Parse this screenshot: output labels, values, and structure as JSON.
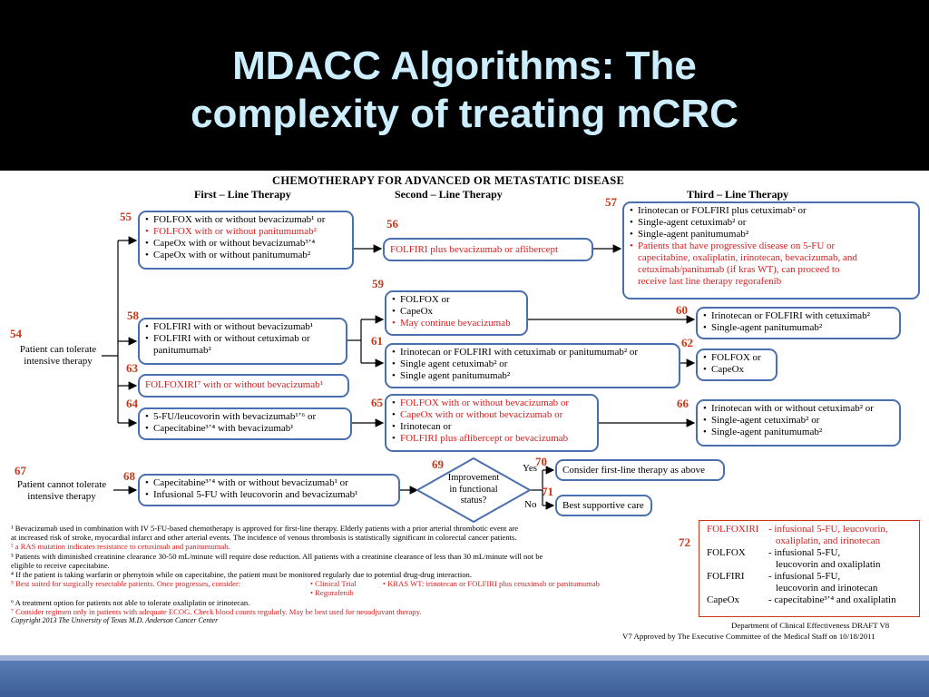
{
  "slide": {
    "title_line1": "MDACC Algorithms: The",
    "title_line2": "complexity of treating mCRC"
  },
  "chart": {
    "heading": "CHEMOTHERAPY FOR ADVANCED OR METASTATIC DISEASE",
    "col_first": "First – Line Therapy",
    "col_second": "Second – Line Therapy",
    "col_third": "Third – Line Therapy"
  },
  "numbers": {
    "n54": "54",
    "n55": "55",
    "n56": "56",
    "n57": "57",
    "n58": "58",
    "n59": "59",
    "n60": "60",
    "n61": "61",
    "n62": "62",
    "n63": "63",
    "n64": "64",
    "n65": "65",
    "n66": "66",
    "n67": "67",
    "n68": "68",
    "n69": "69",
    "n70": "70",
    "n71": "71",
    "n72": "72"
  },
  "nodes": {
    "patient_tolerate_1": "Patient can tolerate",
    "patient_tolerate_2": "intensive therapy",
    "patient_cannot_1": "Patient cannot tolerate",
    "patient_cannot_2": "intensive therapy",
    "box55": [
      "FOLFOX with or without bevacizumab¹ or",
      "FOLFOX with or without panitumumab²",
      "CapeOx with or without bevacizumab³ʼ⁴",
      "CapeOx with or without panitumumab²"
    ],
    "box56": "FOLFIRI plus bevacizumab or aflibercept",
    "box57": [
      "Irinotecan or FOLFIRI plus cetuximab² or",
      "Single-agent cetuximab² or",
      "Single-agent panitumumab²",
      "Patients that have progressive disease on 5-FU or",
      "capecitabine, oxaliplatin, irinotecan, bevacizumab, and",
      "cetuximab/panitumab (if kras WT), can proceed to",
      "receive last line therapy regorafenib"
    ],
    "box58": [
      "FOLFIRI with or without bevacizumab¹",
      "FOLFIRI with or without cetuximab or",
      "panitumumab²"
    ],
    "box59": [
      "FOLFOX or",
      "CapeOx",
      "May continue bevacizumab"
    ],
    "box60": [
      "Irinotecan or FOLFIRI with cetuximab²",
      "Single-agent panitumumab²"
    ],
    "box61": [
      "Irinotecan or FOLFIRI with cetuximab or panitumumab² or",
      "Single agent cetuximab² or",
      "Single agent panitumumab²"
    ],
    "box62": [
      "FOLFOX or",
      "CapeOx"
    ],
    "box63": "FOLFOXIRI⁷ with or without bevacizumab¹",
    "box64": [
      "5-FU/leucovorin with bevacizumab¹ʼ⁶ or",
      "Capecitabine³ʼ⁴ with bevacizumab¹"
    ],
    "box65": [
      "FOLFOX with or without bevacizumab or",
      "CapeOx with or without bevacizumab or",
      "Irinotecan or",
      "FOLFIRI plus aflibercept or bevacizumab"
    ],
    "box66": [
      "Irinotecan with or without cetuximab² or",
      "Single-agent cetuximab² or",
      "Single-agent panitumumab²"
    ],
    "box68": [
      "Capecitabine³ʼ⁴ with or without bevacizumab¹ or",
      "Infusional 5-FU with leucovorin and bevacizumab¹"
    ],
    "decision69_1": "Improvement",
    "decision69_2": "in functional",
    "decision69_3": "status?",
    "yes": "Yes",
    "no": "No",
    "box70": "Consider first-line therapy as above",
    "box71": "Best supportive care"
  },
  "footnotes": [
    "¹ Bevacizumab used in combination with IV 5-FU-based chemotherapy is approved for first-line therapy. Elderly patients with a prior arterial thrombotic event are",
    "   at increased risk of stroke, myocardial infarct and other arterial events. The incidence of venous thrombosis is statistically significant in colorectal cancer patients.",
    "² a RAS mutation indicates resistance to cetuximab and panitumumab.",
    "³ Patients with diminished creatinine clearance 30-50 mL/minute will require dose reduction. All patients with a creatinine clearance of less than 30 mL/minute will not be",
    "   eligible to receive capecitabine.",
    "⁴ If the patient is taking warfarin or phenytoin while on capecitabine, the patient must be monitored regularly due to potential drug-drug interaction.",
    "⁵ Best suited for surgically resectable patients. Once progresses, consider:",
    "⁶ A treatment option for patients not able to tolerate oxaliplatin or irinotecan.",
    "⁷ Consider regimen only in patients with adequate ECOG. Check blood counts regularly. May be best used for neoadjuvant therapy."
  ],
  "footnote5_options": {
    "clinical_trial": "Clinical Trial",
    "regorafenib": "Regorafenib",
    "kras": "KRAS WT:  irinotecan or FOLFIRI plus cetuximab or panitumumab"
  },
  "copyright": "Copyright 2013 The University of Texas M.D. Anderson Cancer Center",
  "legend": {
    "folfoxiri_term": "FOLFOXIRI",
    "folfoxiri_def1": "- infusional 5-FU, leucovorin,",
    "folfoxiri_def2": "oxaliplatin, and irinotecan",
    "folfox_term": "FOLFOX",
    "folfox_def1": "- infusional 5-FU,",
    "folfox_def2": "leucovorin and oxaliplatin",
    "folfiri_term": "FOLFIRI",
    "folfiri_def1": "- infusional 5-FU,",
    "folfiri_def2": "leucovorin and irinotecan",
    "capeox_term": "CapeOx",
    "capeox_def": "- capecitabine³ʼ⁴ and oxaliplatin"
  },
  "dept": "Department of Clinical Effectiveness  DRAFT V8",
  "approved": "V7 Approved by The Executive Committee of the Medical Staff on 10/18/2011",
  "colors": {
    "title": "#cceeff",
    "box_border": "#4a6fae",
    "red_text": "#d42020",
    "step_number": "#c83818"
  }
}
